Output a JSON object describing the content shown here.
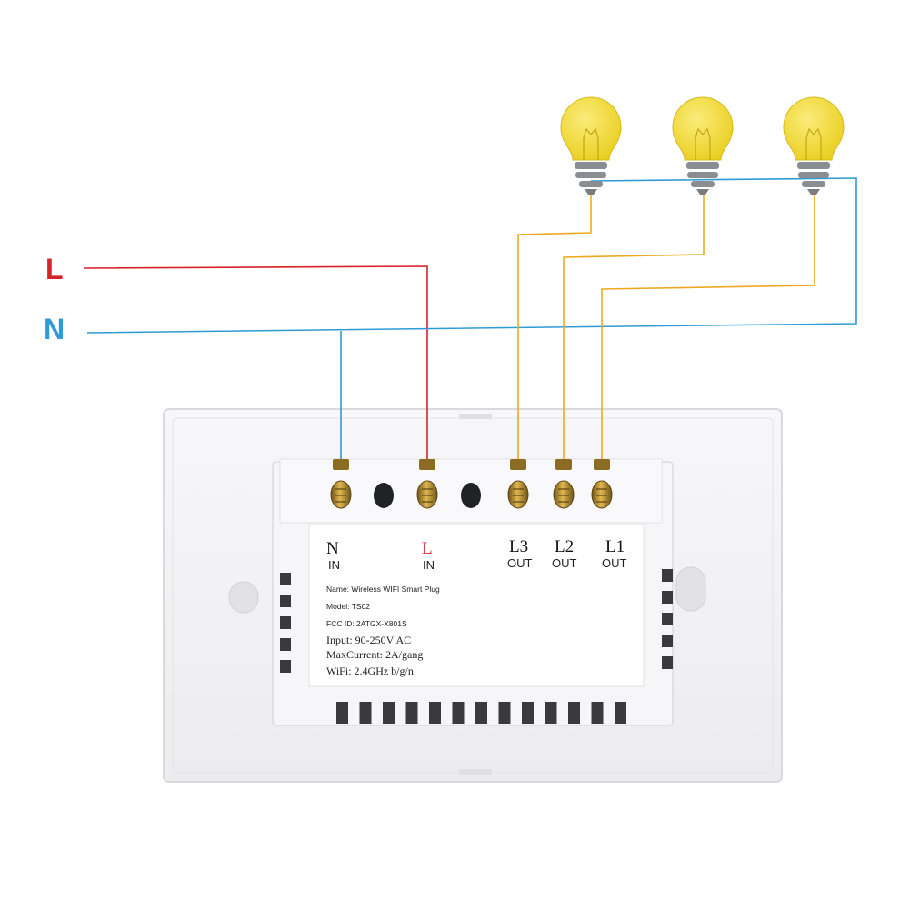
{
  "lines": {
    "live_label": "L",
    "neutral_label": "N"
  },
  "terminals": {
    "n": {
      "name": "N",
      "sub": "IN"
    },
    "l": {
      "name": "L",
      "sub": "IN"
    },
    "l3": {
      "name": "L3",
      "sub": "OUT"
    },
    "l2": {
      "name": "L2",
      "sub": "OUT"
    },
    "l1": {
      "name": "L1",
      "sub": "OUT"
    }
  },
  "label_sticker": {
    "name_line": "Name: Wireless WIFI Smart Plug",
    "model_line": "Model: TS02",
    "fcc_line": "FCC ID:  2ATGX-X801S",
    "input_line": "Input: 90-250V AC",
    "current_line": "MaxCurrent: 2A/gang",
    "wifi_line": "WiFi: 2.4GHz b/g/n"
  },
  "colors": {
    "live_wire": "#d8232a",
    "neutral_wire": "#2e9bd6",
    "output_wire": "#f0a820",
    "bulb": "#f4dc3c",
    "bulb_base": "#8a8d91",
    "switch_body": "#f4f4f6",
    "terminal_screw": "#b38a2a"
  },
  "icons": [
    "light-bulb-icon",
    "terminal-screw-icon"
  ]
}
